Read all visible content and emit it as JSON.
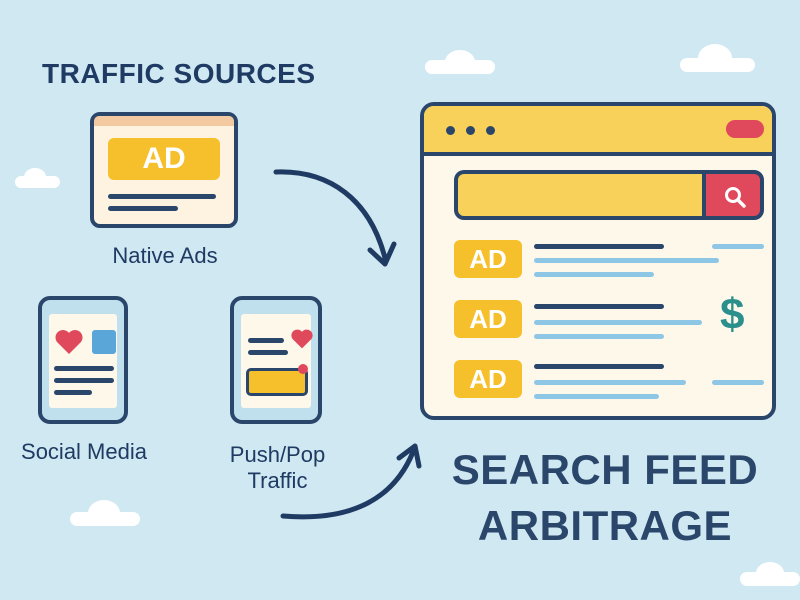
{
  "heading": "TRAFFIC SOURCES",
  "sources": {
    "native": {
      "label": "Native Ads",
      "badge": "AD"
    },
    "social": {
      "label": "Social Media"
    },
    "push": {
      "label_line1": "Push/Pop",
      "label_line2": "Traffic"
    }
  },
  "browser": {
    "ad_labels": [
      "AD",
      "AD",
      "AD"
    ],
    "dollar": "$"
  },
  "title": {
    "line1": "SEARCH FEED",
    "line2": "ARBITRAGE"
  },
  "icons": [
    "search-icon",
    "heart-icon",
    "image-icon",
    "dollar-icon",
    "arrow-icon"
  ],
  "colors": {
    "background": "#cfe8f1",
    "accent": "#f5c02b",
    "dark": "#2b466b",
    "red": "#e0485b",
    "teal": "#2b8f8c"
  }
}
